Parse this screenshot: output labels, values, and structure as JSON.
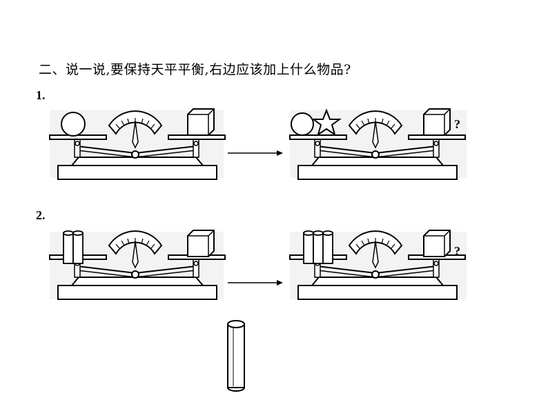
{
  "question": {
    "title": "二、说一说,要保持天平平衡,右边应该加上什么物品?"
  },
  "problems": [
    {
      "number": "1.",
      "question_mark": "?"
    },
    {
      "number": "2.",
      "question_mark": "?"
    }
  ]
}
